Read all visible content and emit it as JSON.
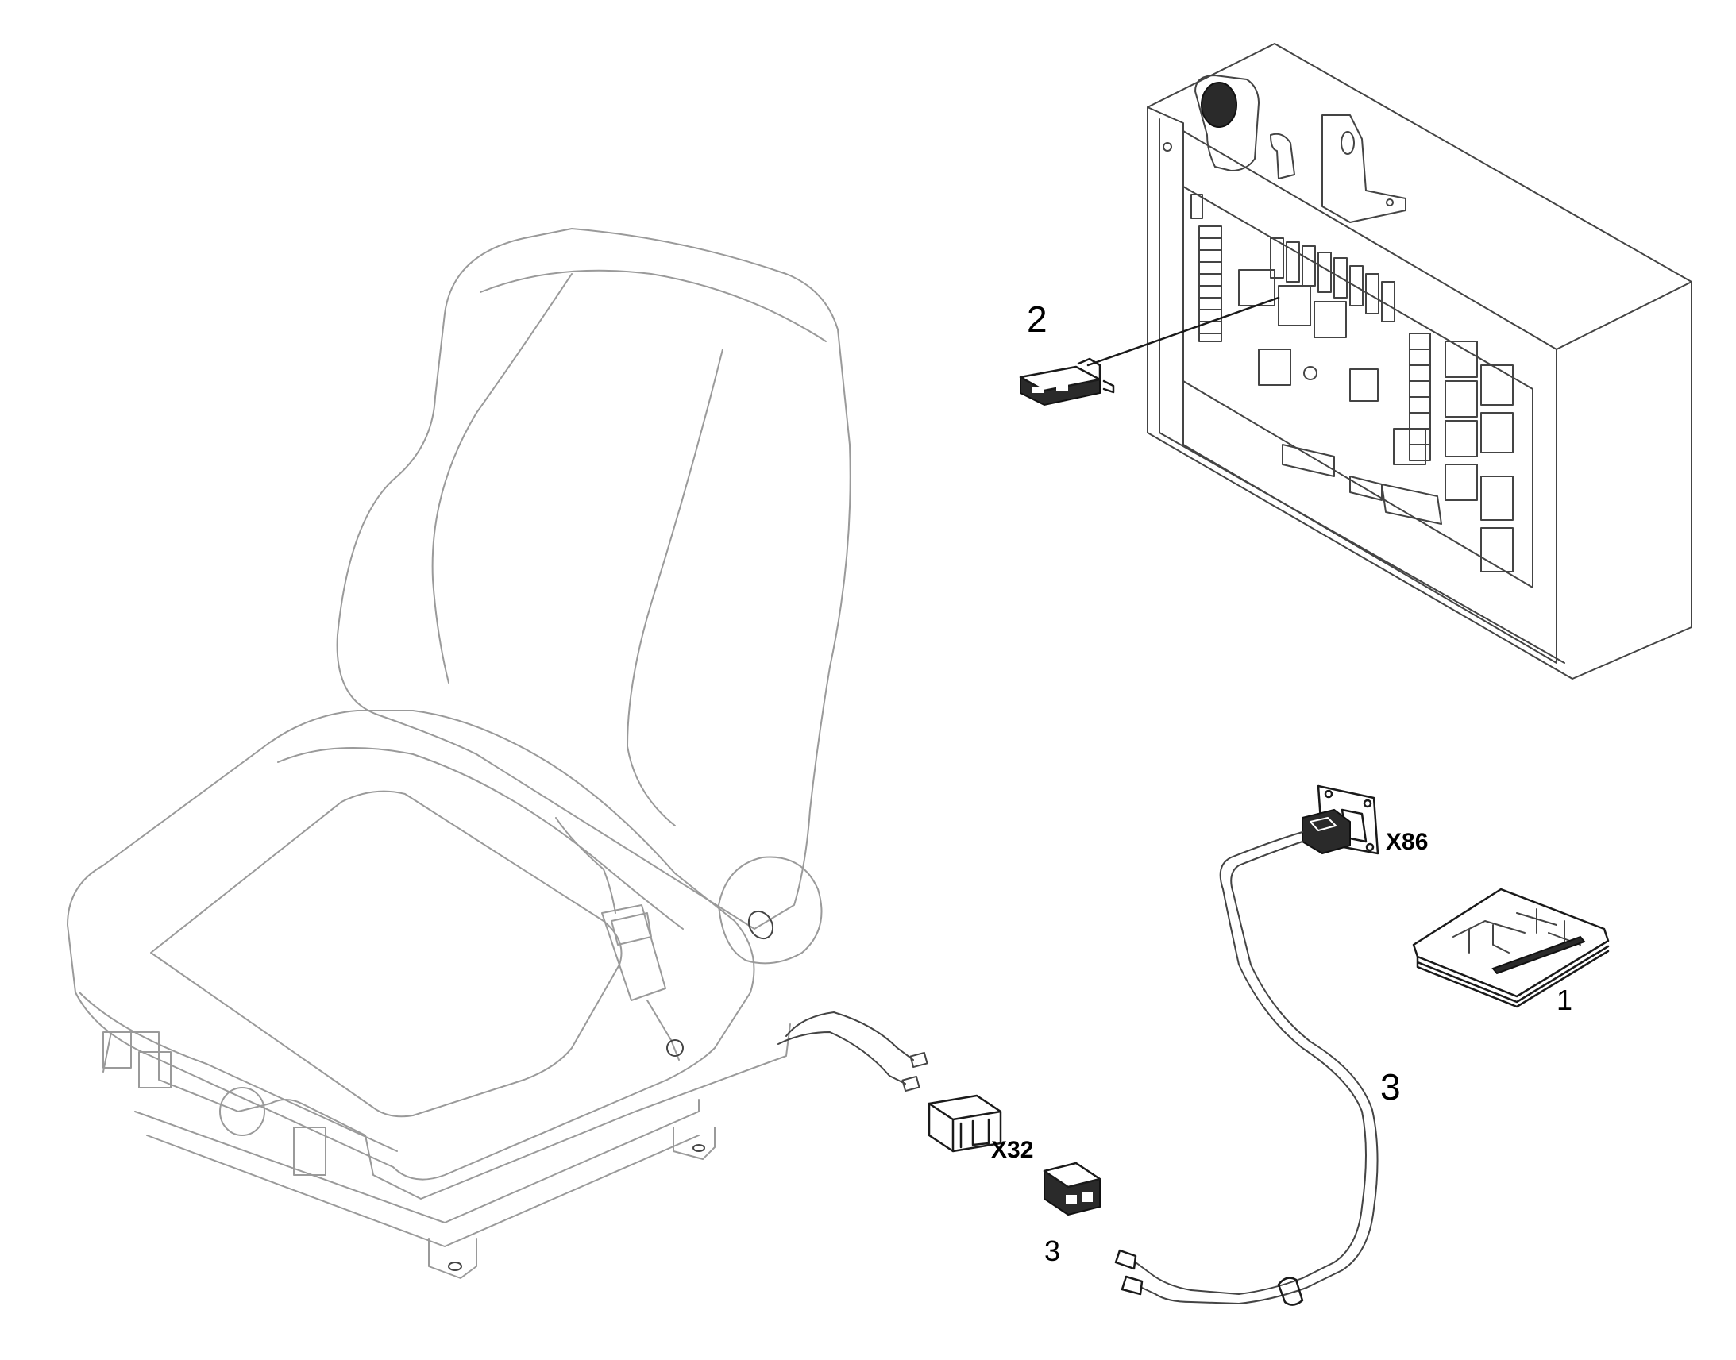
{
  "callouts": {
    "item_1": "1",
    "item_2": "2",
    "item_3_harness": "3",
    "item_3_plug": "3",
    "connector_x86": "X86",
    "connector_x32": "X32"
  }
}
